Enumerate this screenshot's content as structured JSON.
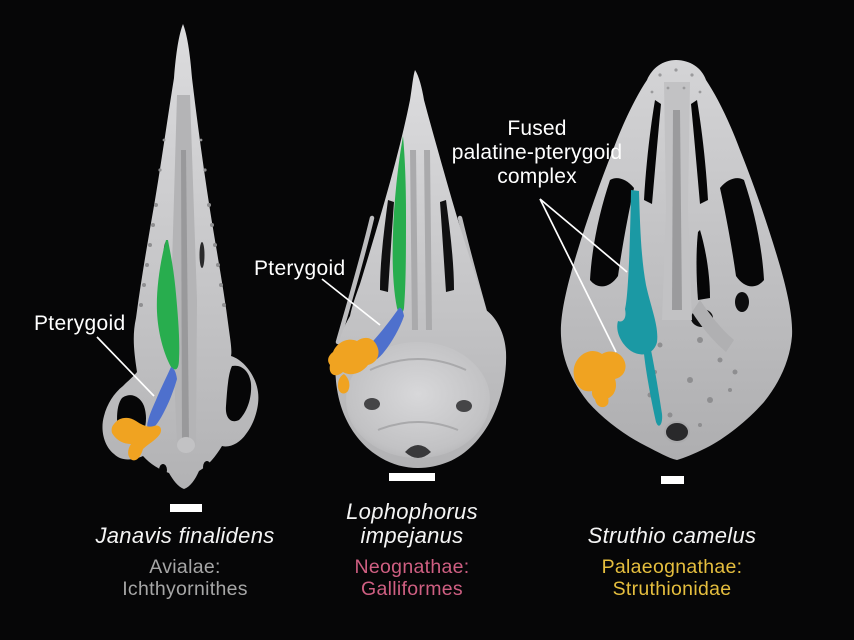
{
  "figure": {
    "background_color": "#060607",
    "text_color": "#ffffff"
  },
  "annotations": {
    "pterygoid_left": {
      "label": "Pterygoid"
    },
    "pterygoid_middle": {
      "label": "Pterygoid"
    },
    "fused_complex": {
      "lines": [
        "Fused",
        "palatine-pterygoid",
        "complex"
      ]
    }
  },
  "bone_colors": {
    "bone_gray": "#c6c6c8",
    "palatine_green": "#28ad4e",
    "pterygoid_blue": "#4e70cd",
    "quadrate_orange": "#f0a321",
    "fused_complex_teal": "#1b99a4",
    "scale_bar_white": "#ffffff"
  },
  "specimens": [
    {
      "name_line1": "Janavis finalidens",
      "name_line2": "",
      "clade_line1": "Avialae:",
      "clade_line2": "Ichthyornithes",
      "clade_color": "#a6a6a6"
    },
    {
      "name_line1": "Lophophorus",
      "name_line2": "impejanus",
      "clade_line1": "Neognathae:",
      "clade_line2": "Galliformes",
      "clade_color": "#cf5f82"
    },
    {
      "name_line1": "Struthio camelus",
      "name_line2": "",
      "clade_line1": "Palaeognathae:",
      "clade_line2": "Struthionidae",
      "clade_color": "#e5be3e"
    }
  ]
}
